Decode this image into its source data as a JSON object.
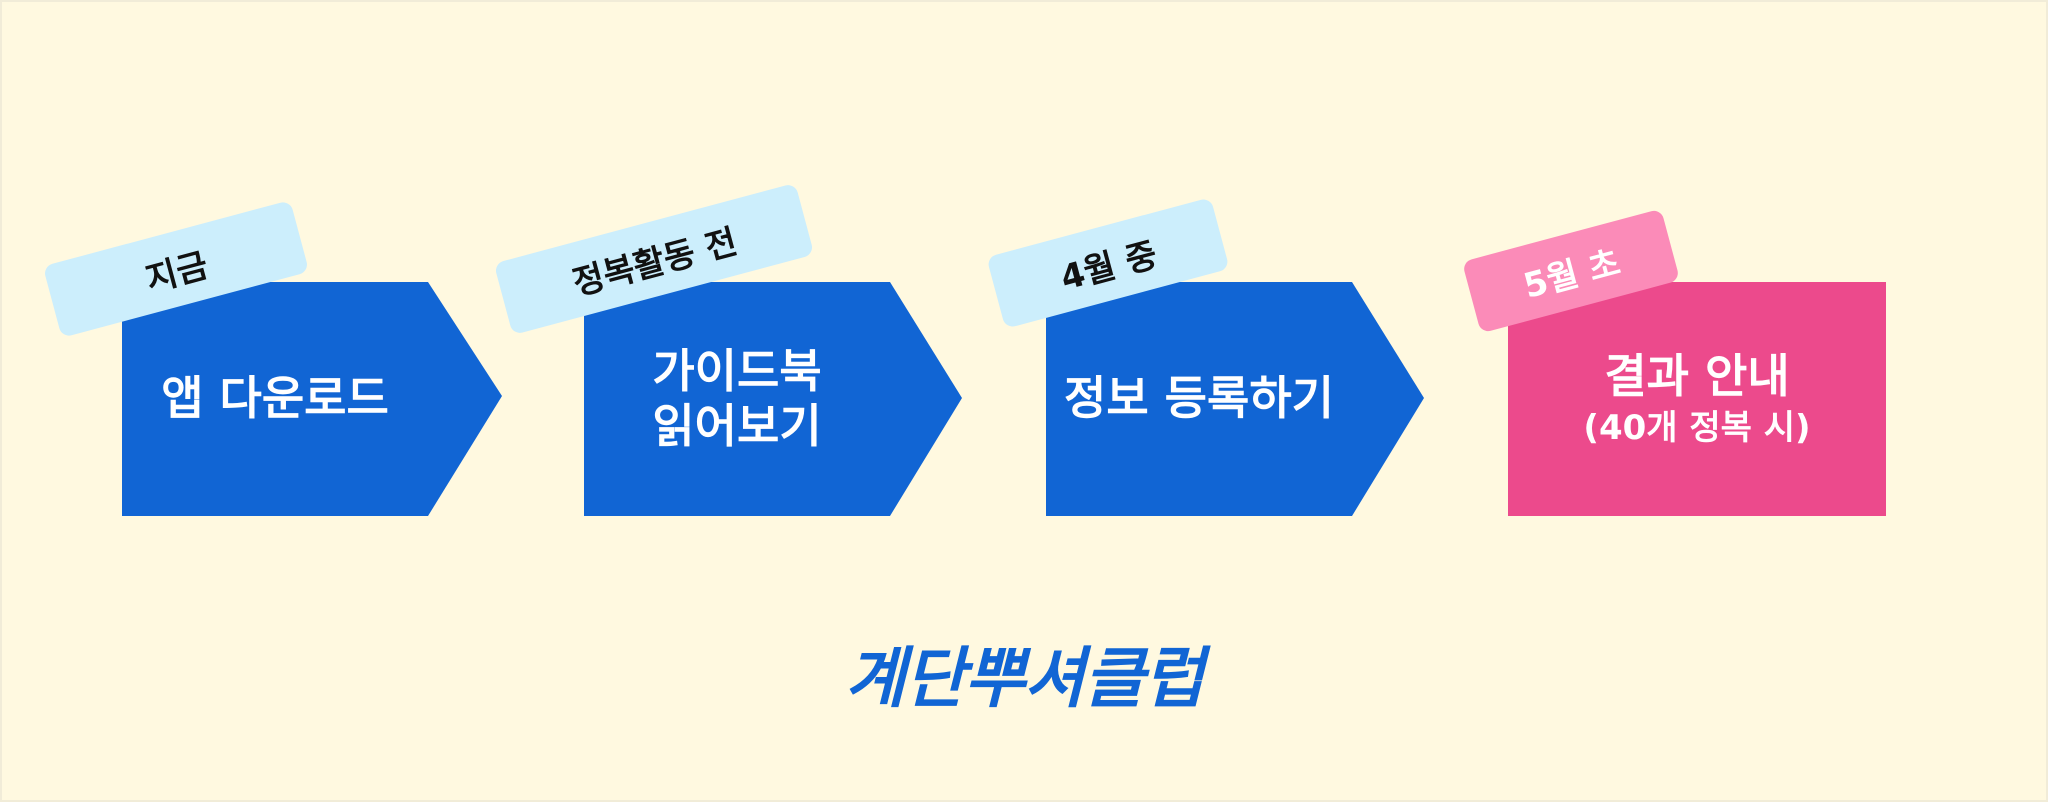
{
  "colors": {
    "background": "#fff9e0",
    "step_blue": "#1165d4",
    "step_pink": "#ec4a8c",
    "tag_blue": "#cceefc",
    "tag_pink": "#fb8bb8",
    "brand": "#1165d4"
  },
  "steps": [
    {
      "tag": "지금",
      "lines": [
        "앱 다운로드"
      ]
    },
    {
      "tag": "정복활동 전",
      "lines": [
        "가이드북",
        "읽어보기"
      ]
    },
    {
      "tag": "4월 중",
      "lines": [
        "정보 등록하기"
      ]
    },
    {
      "tag": "5월 초",
      "lines": [
        "결과 안내"
      ],
      "sub": "(40개 정복 시)"
    }
  ],
  "logo": "계단뿌셔클럽"
}
